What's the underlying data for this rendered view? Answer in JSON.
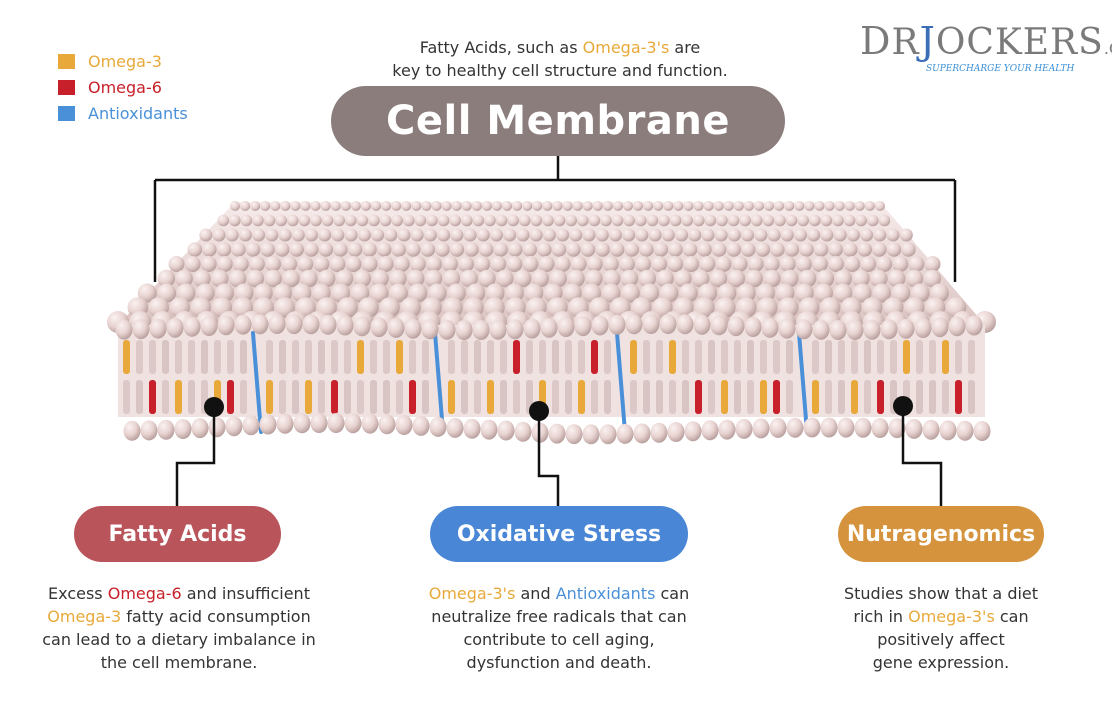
{
  "legend": [
    {
      "label": "Omega-3",
      "color": "#e8a93a"
    },
    {
      "label": "Omega-6",
      "color": "#c8202a"
    },
    {
      "label": "Antioxidants",
      "color": "#4a90d9"
    }
  ],
  "top_caption": {
    "part1": "Fatty Acids, such as ",
    "highlight": "Omega-3's",
    "part2": " are",
    "line2": "key to healthy cell structure and function."
  },
  "logo": {
    "d": "D",
    "r": "R",
    "j": "J",
    "ockers": "OCKERS",
    "dotcom": ".COM",
    "tagline": "SUPERCHARGE YOUR HEALTH"
  },
  "title": "Cell Membrane",
  "sections": {
    "fatty_acids": {
      "title": "Fatty Acids",
      "t1": "Excess ",
      "h1": "Omega-6",
      "t2": " and insufficient",
      "h2": "Omega-3",
      "t3": " fatty acid consumption",
      "t4": "can lead to a dietary imbalance in",
      "t5": "the cell membrane."
    },
    "oxidative_stress": {
      "title": "Oxidative Stress",
      "h1": "Omega-3's",
      "t1": " and ",
      "h2": "Antioxidants",
      "t2": " can",
      "t3": "neutralize free radicals that can",
      "t4": "contribute to cell aging,",
      "t5": "dysfunction and death."
    },
    "nutragenomics": {
      "title": "Nutragenomics",
      "t1": "Studies show that a diet",
      "t2": "rich in ",
      "h1": "Omega-3's",
      "t3": " can",
      "t4": "positively affect",
      "t5": "gene expression."
    }
  },
  "colors": {
    "title_pill": "#8b7d7c",
    "fatty_acids": "#b9545a",
    "oxidative_stress": "#4a86d6",
    "nutragenomics": "#d4933c",
    "omega3_text": "#e8a93a",
    "omega6_text": "#c8202a",
    "antioxidant_text": "#4a90d9",
    "lipid_head": "#e7d2d0"
  }
}
